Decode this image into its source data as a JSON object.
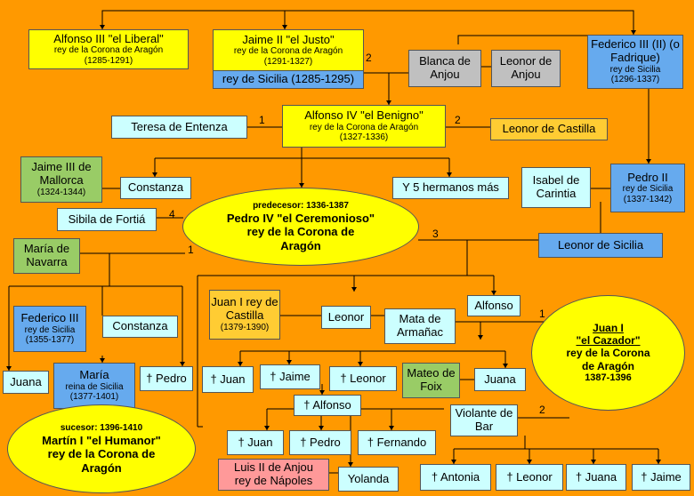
{
  "nodes": {
    "alfonso3": {
      "name": "Alfonso III \"el Liberal\"",
      "title": "rey de la Corona de Aragón",
      "years": "(1285-1291)"
    },
    "jaime2": {
      "name": "Jaime II \"el Justo\"",
      "title": "rey de la Corona de Aragón",
      "years": "(1291-1327)",
      "sicily": "rey  de Sicilia (1285-1295)"
    },
    "blanca": {
      "name": "Blanca de Anjou"
    },
    "leonor_anjou": {
      "name": "Leonor de Anjou"
    },
    "federico3": {
      "name": "Federico III (II) (o Fadrique)",
      "title": "rey de Sicilia",
      "years": "(1296-1337)"
    },
    "teresa": {
      "name": "Teresa de Entenza"
    },
    "alfonso4": {
      "name": "Alfonso IV \"el Benigno\"",
      "title": "rey de la Corona de Aragón",
      "years": "(1327-1336)"
    },
    "leonor_castilla": {
      "name": "Leonor de Castilla"
    },
    "jaime3": {
      "name": "Jaime III de Mallorca",
      "years": "(1324-1344)"
    },
    "constanza1": {
      "name": "Constanza"
    },
    "hermanos": {
      "name": "Y 5 hermanos más"
    },
    "isabel": {
      "name": "Isabel de Carintia"
    },
    "pedro2": {
      "name": "Pedro II",
      "title": "rey de Sicilia",
      "years": "(1337-1342)"
    },
    "sibila": {
      "name": "Sibila de Fortiá"
    },
    "pedro4": {
      "pre": "predecesor: 1336-1387",
      "name": "Pedro IV \"el Ceremonioso\"",
      "title": "rey de la Corona de Aragón"
    },
    "leonor_sicilia": {
      "name": "Leonor de Sicilia"
    },
    "maria_navarra": {
      "name": "María de Navarra"
    },
    "juan1_castilla": {
      "name": "Juan I rey de Castilla",
      "years": "(1379-1390)"
    },
    "leonor": {
      "name": "Leonor"
    },
    "mata": {
      "name": "Mata de Armañac"
    },
    "alfonso": {
      "name": "Alfonso"
    },
    "federico_sicilia": {
      "name": "Federico III",
      "title": "rey de Sicilia",
      "years": "(1355-1377)"
    },
    "constanza2": {
      "name": "Constanza"
    },
    "juan1": {
      "name": "Juan I",
      "nick": "\"el Cazador\"",
      "title": "rey de la Corona de Aragón",
      "years": "1387-1396"
    },
    "juana1": {
      "name": "Juana"
    },
    "maria_sicilia": {
      "name": "María",
      "title": "reina de Sicilia",
      "years": "(1377-1401)"
    },
    "pedro_d": {
      "name": "† Pedro"
    },
    "juan_d1": {
      "name": "† Juan"
    },
    "jaime_d1": {
      "name": "† Jaime"
    },
    "leonor_d1": {
      "name": "† Leonor"
    },
    "mateo": {
      "name": "Mateo de Foix"
    },
    "juana2": {
      "name": "Juana"
    },
    "alfonso_d": {
      "name": "† Alfonso"
    },
    "violante": {
      "name": "Violante de Bar"
    },
    "martin": {
      "pre": "sucesor: 1396-1410",
      "name": "Martín I \"el Humanor\"",
      "title": "rey de la Corona de Aragón"
    },
    "juan_d2": {
      "name": "† Juan"
    },
    "pedro_d2": {
      "name": "† Pedro"
    },
    "fernando_d": {
      "name": "† Fernando"
    },
    "luis": {
      "name": "Luis II de Anjou rey de Nápoles"
    },
    "yolanda": {
      "name": "Yolanda"
    },
    "antonia_d": {
      "name": "† Antonia"
    },
    "leonor_d2": {
      "name": "† Leonor"
    },
    "juana_d": {
      "name": "† Juana"
    },
    "jaime_d2": {
      "name": "† Jaime"
    }
  },
  "marriage_numbers": {
    "n_jaime2": "2",
    "n_teresa": "1",
    "n_leonor_castilla": "2",
    "n_sibila": "4",
    "n_maria": "1",
    "n_leonor_sicilia": "3",
    "n_mata": "1",
    "n_violante": "2"
  }
}
